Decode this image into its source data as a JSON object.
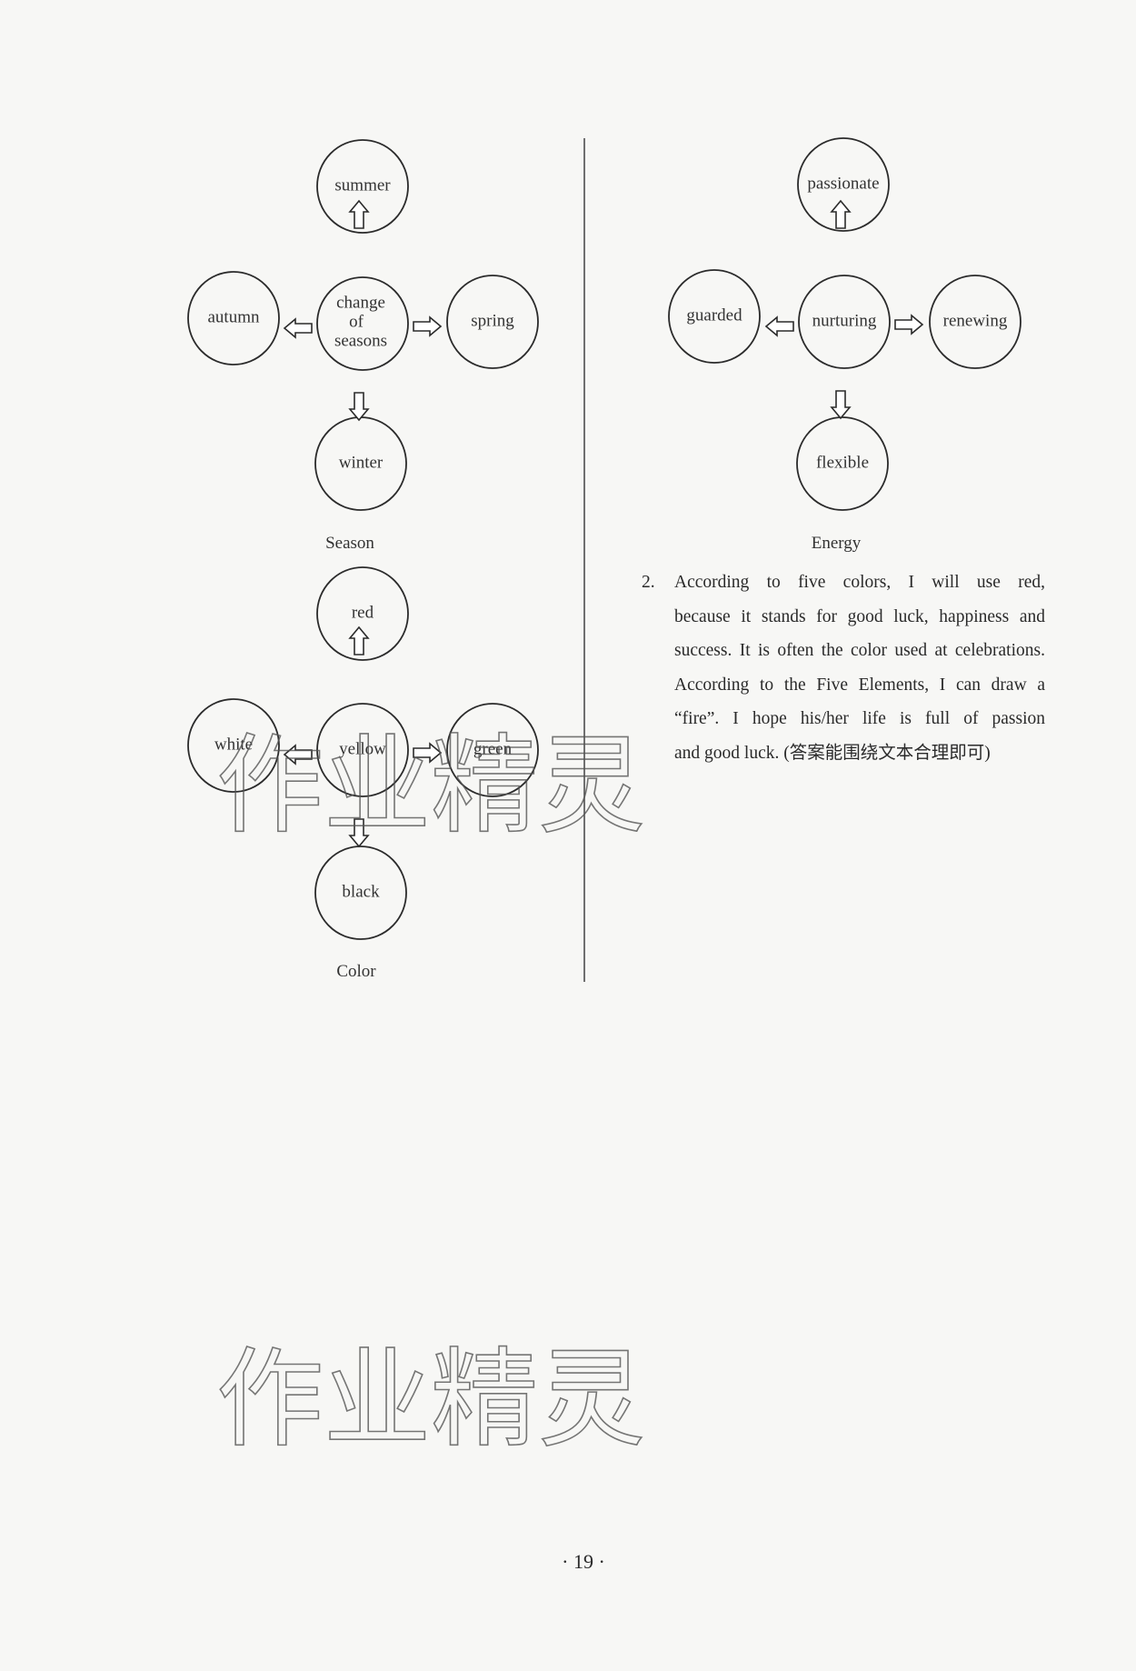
{
  "diagrams": {
    "season": {
      "center": "change of seasons",
      "center_lines": [
        "change",
        "of",
        "seasons"
      ],
      "top": "summer",
      "left": "autumn",
      "right": "spring",
      "bottom": "winter",
      "caption": "Season"
    },
    "color": {
      "center": "yellow",
      "top": "red",
      "left": "white",
      "right": "green",
      "bottom": "black",
      "caption": "Color"
    },
    "energy": {
      "center": "nurturing",
      "top": "passionate",
      "left": "guarded",
      "right": "renewing",
      "bottom": "flexible",
      "caption": "Energy"
    }
  },
  "answer": {
    "number": "2.",
    "lines": [
      "According to five colors, I will use red,",
      "because it stands for good luck, happiness and",
      "success. It is often the color used at celebrations.",
      "According to the Five Elements, I can draw a",
      "“fire”. I hope his/her life is full of passion",
      "and good luck. (答案能围绕文本合理即可)"
    ]
  },
  "page_number": "· 19 ·",
  "watermark": "作业精灵"
}
